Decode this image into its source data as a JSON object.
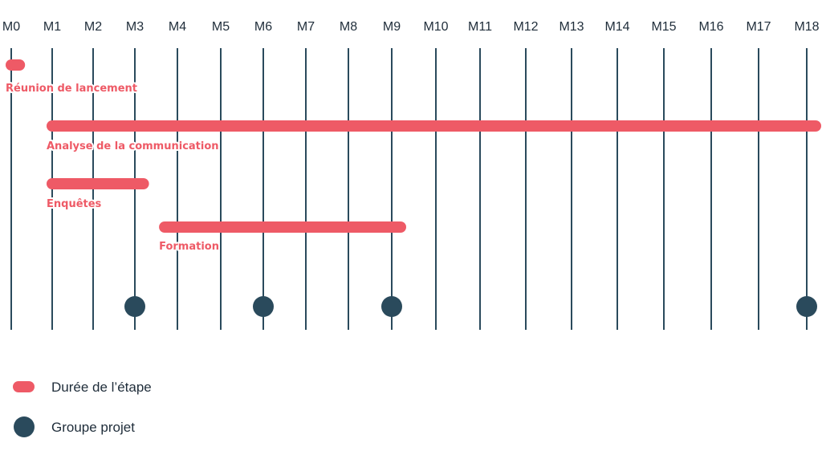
{
  "chart_data": {
    "type": "gantt",
    "months": [
      "M0",
      "M1",
      "M2",
      "M3",
      "M4",
      "M5",
      "M6",
      "M7",
      "M8",
      "M9",
      "M10",
      "M11",
      "M12",
      "M13",
      "M14",
      "M15",
      "M16",
      "M17",
      "M18"
    ],
    "tasks": [
      {
        "name": "Réunion de lancement",
        "start": 0,
        "end": 0.2
      },
      {
        "name": "Analyse de la communication",
        "start": 1,
        "end": 19
      },
      {
        "name": "Enquêtes",
        "start": 1,
        "end": 3.2
      },
      {
        "name": "Formation",
        "start": 3.7,
        "end": 9.2
      }
    ],
    "milestones": [
      {
        "name": "Groupe projet",
        "month": 3
      },
      {
        "name": "Groupe projet",
        "month": 6
      },
      {
        "name": "Groupe projet",
        "month": 9
      },
      {
        "name": "Groupe projet",
        "month": 18
      }
    ],
    "legend": [
      {
        "kind": "bar",
        "label": "Durée de l’étape"
      },
      {
        "kind": "dot",
        "label": "Groupe projet"
      }
    ],
    "colors": {
      "bar": "#ee5a66",
      "line": "#2a4a5c",
      "text": "#1f2d3a"
    }
  }
}
